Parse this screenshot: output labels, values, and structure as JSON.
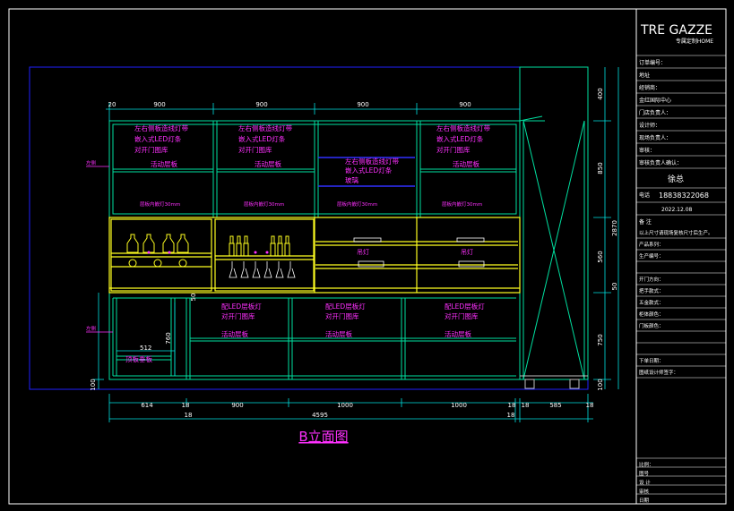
{
  "drawing_title": "B立面图",
  "colors": {
    "background": "#000000",
    "frame": "#ffffff",
    "outline": "#2020ff",
    "cabinet": "#00e0a0",
    "shelf": "#ffff20",
    "annotation": "#ff30ff",
    "dimension": "#00e0e0",
    "glass_line": "#3030ff"
  },
  "title_block": {
    "logo": "TRE GAZZE",
    "logo_sub": "专属定制HOME",
    "rows": [
      "订单编号：",
      "地址",
      "经销商：",
      "金红国际中心",
      "门店负责人：",
      "设计师：",
      "现场负责人：",
      "审核：",
      "审核负责人确认："
    ],
    "name": "徐总",
    "phone_label": "电话",
    "phone": "18838322068",
    "date": "2022.12.08",
    "remark_label": "备 注",
    "remark": "以上尺寸请现场复核尺寸后生产。",
    "lower_rows": [
      "产品系列：",
      "生产编号：",
      "",
      "开门方向：",
      "把手款式：",
      "五金款式：",
      "柜体颜色：",
      "门板颜色：",
      "",
      "",
      "下单日期：",
      "图纸设计师签字："
    ],
    "bottom_rows": [
      "比例：",
      "图号",
      "设 计",
      "审核",
      "日期"
    ]
  },
  "annotations": {
    "upper_label_1": "左右侧板造线灯带",
    "upper_label_2": "嵌入式LED灯条",
    "upper_label_3": "对开门图库",
    "upper_movable": "活动层板",
    "glass_label_1": "左右侧板造线灯带",
    "glass_label_2": "嵌入式LED灯条",
    "glass_label_3": "玻璃",
    "shelf_note": "层板内嵌灯30mm",
    "cup_label": "吊灯",
    "lower_label_1": "配LED层板灯",
    "lower_label_2": "对开门图库",
    "lower_movable": "活动层板",
    "left_panel_note": "左侧",
    "left_top_note": "左侧",
    "side_panel_label": "顶板垂板",
    "dim_512": "512"
  },
  "dimensions": {
    "top": [
      "20",
      "900",
      "900",
      "900",
      "900"
    ],
    "bottom_row1": [
      "614",
      "18",
      "900",
      "1000",
      "1000",
      "18",
      "18",
      "585",
      "18"
    ],
    "bottom_row2": [
      "18",
      "4595",
      "18"
    ],
    "right": [
      "400",
      "850",
      "560",
      "2870",
      "750",
      "100",
      "50"
    ],
    "left": [
      "100",
      "760",
      "50"
    ]
  }
}
